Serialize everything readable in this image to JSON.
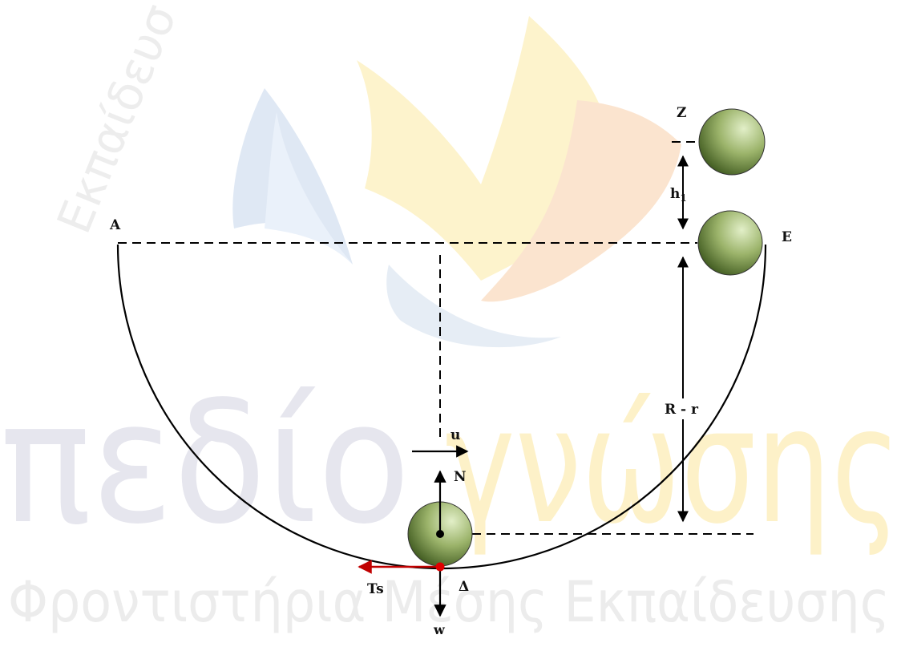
{
  "watermark": {
    "word_gray": "πεδίο",
    "word_yellow": "γνώσης",
    "subtitle": "Φροντιστήρια Μέσης Εκπαίδευσης",
    "side_text": "Εκπαίδευσ",
    "colors": {
      "gray_text": "#e6e6ee",
      "yellow_text": "#fdf1c8",
      "blue_shape": "#dfe8f4",
      "yellow_shape": "#fdf3cc",
      "orange_shape": "#fbe4cf"
    }
  },
  "labels": {
    "point_a": "A",
    "point_e": "E",
    "point_z": "Z",
    "point_delta": "Δ",
    "height_h": "h",
    "height_h_sub": "1",
    "radius_diff": "R - r",
    "velocity": "u",
    "normal_force": "N",
    "weight": "w",
    "static_friction": "Ts"
  },
  "colors": {
    "line": "#000000",
    "friction_arrow": "#c00000",
    "contact_point": "#e00000",
    "ball_dark": "#2f4a12",
    "ball_light": "#e2efc8"
  }
}
